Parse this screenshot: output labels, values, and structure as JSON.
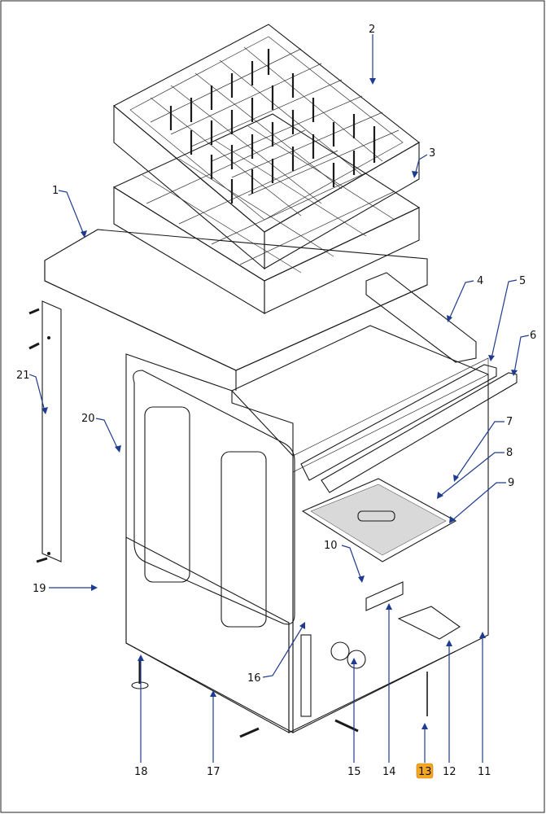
{
  "diagram": {
    "highlight_color": "#f5a623",
    "leader_color": "#1f3b8f",
    "callouts": [
      {
        "id": "c1",
        "label": "1"
      },
      {
        "id": "c2",
        "label": "2"
      },
      {
        "id": "c3",
        "label": "3"
      },
      {
        "id": "c4",
        "label": "4"
      },
      {
        "id": "c5",
        "label": "5"
      },
      {
        "id": "c6",
        "label": "6"
      },
      {
        "id": "c7",
        "label": "7"
      },
      {
        "id": "c8",
        "label": "8"
      },
      {
        "id": "c9",
        "label": "9"
      },
      {
        "id": "c10",
        "label": "10"
      },
      {
        "id": "c11",
        "label": "11"
      },
      {
        "id": "c12",
        "label": "12"
      },
      {
        "id": "c13",
        "label": "13",
        "highlighted": true
      },
      {
        "id": "c14",
        "label": "14"
      },
      {
        "id": "c15",
        "label": "15"
      },
      {
        "id": "c16",
        "label": "16"
      },
      {
        "id": "c17",
        "label": "17"
      },
      {
        "id": "c18",
        "label": "18"
      },
      {
        "id": "c19",
        "label": "19"
      },
      {
        "id": "c20",
        "label": "20"
      },
      {
        "id": "c21",
        "label": "21"
      }
    ]
  }
}
